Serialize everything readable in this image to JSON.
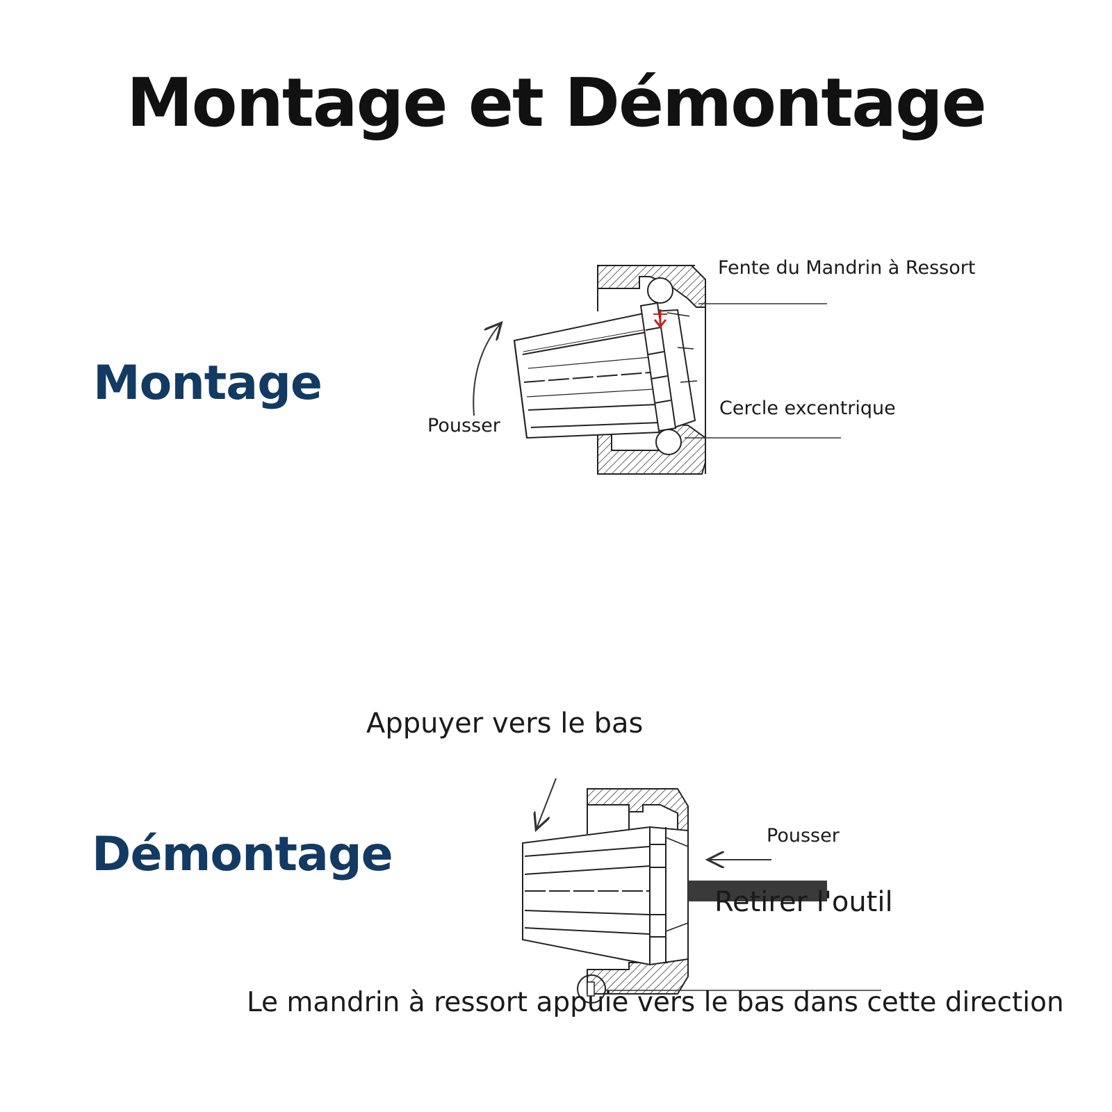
{
  "title": "Montage et Démontage",
  "montage": {
    "heading": "Montage",
    "label_slot": "Fente du Mandrin à Ressort",
    "label_eccentric": "Cercle excentrique",
    "label_push": "Pousser"
  },
  "demontage": {
    "heading": "Démontage",
    "label_press_down": "Appuyer vers le bas",
    "label_push": "Pousser",
    "label_remove_tool": "Retirer l'outil",
    "label_direction": "Le mandrin à ressort appuie vers le bas dans cette direction"
  },
  "colors": {
    "title": "#111111",
    "section_heading": "#123a63",
    "arrow_red": "#cc1f1f",
    "tool_bar": "#3a3a3a"
  }
}
